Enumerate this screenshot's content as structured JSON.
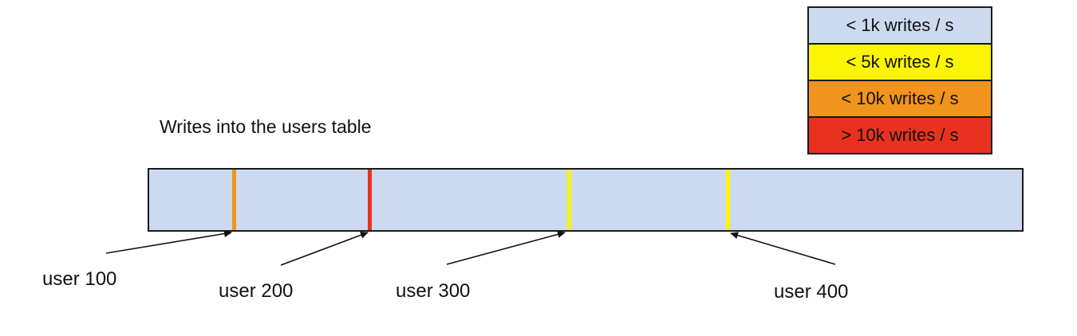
{
  "title": "Writes into the users table",
  "palette": {
    "light_blue": "#cbdaef",
    "yellow": "#fcf405",
    "orange": "#f0941e",
    "red": "#e8321f",
    "outline": "#1a1a1a"
  },
  "legend": {
    "items": [
      {
        "label": "< 1k writes / s",
        "color": "light_blue"
      },
      {
        "label": "< 5k writes / s",
        "color": "yellow"
      },
      {
        "label": "< 10k writes / s",
        "color": "orange"
      },
      {
        "label": "> 10k writes / s",
        "color": "red"
      }
    ]
  },
  "table_bar": {
    "fill_color": "light_blue",
    "markers": [
      {
        "label": "user 100",
        "color": "orange",
        "writes_class": "< 10k writes / s",
        "position_pct": 9.5
      },
      {
        "label": "user 200",
        "color": "red",
        "writes_class": "> 10k writes / s",
        "position_pct": 25.0
      },
      {
        "label": "user 300",
        "color": "yellow",
        "writes_class": "< 5k writes / s",
        "position_pct": 47.9
      },
      {
        "label": "user 400",
        "color": "yellow",
        "writes_class": "< 5k writes / s",
        "position_pct": 66.1
      }
    ]
  }
}
